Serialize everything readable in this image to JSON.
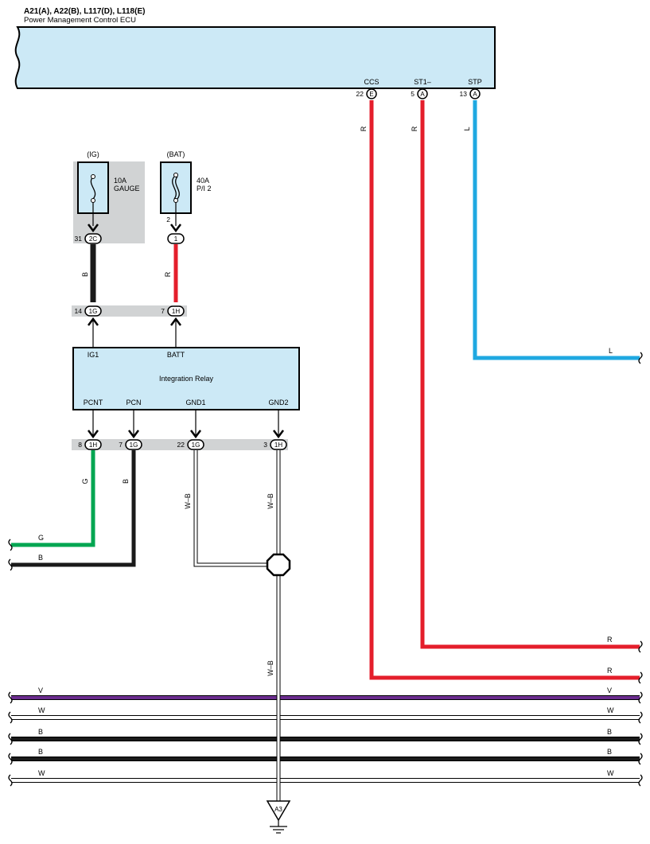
{
  "header": {
    "title": "A21(A), A22(B), L117(D), L118(E)",
    "subtitle": "Power Management Control ECU"
  },
  "ecu_pins": [
    {
      "name": "CCS",
      "num": "22",
      "conn": "E"
    },
    {
      "name": "ST1–",
      "num": "5",
      "conn": "A"
    },
    {
      "name": "STP",
      "num": "13",
      "conn": "A"
    }
  ],
  "fuses": [
    {
      "source": "(IG)",
      "label1": "10A",
      "label2": "GAUGE",
      "pin_num": "31",
      "pin_conn": "2C"
    },
    {
      "source": "(BAT)",
      "label1": "40A",
      "label2": "P/I 2",
      "pin_num": "2",
      "pin_conn": "1"
    }
  ],
  "relay": {
    "title": "Integration Relay",
    "top_pins": [
      {
        "name": "IG1",
        "num": "14",
        "conn": "1G"
      },
      {
        "name": "BATT",
        "num": "7",
        "conn": "1H"
      }
    ],
    "bottom_pins": [
      {
        "name": "PCNT",
        "num": "8",
        "conn": "1H"
      },
      {
        "name": "PCN",
        "num": "7",
        "conn": "1G"
      },
      {
        "name": "GND1",
        "num": "22",
        "conn": "1G"
      },
      {
        "name": "GND2",
        "num": "3",
        "conn": "1H"
      }
    ]
  },
  "wire_colors": {
    "ccs": "R",
    "st1": "R",
    "stp": "L",
    "fuse_ig": "B",
    "fuse_bat": "R",
    "pcnt": "G",
    "pcn": "B",
    "gnd1": "W–B",
    "gnd2": "W–B",
    "ground_trunk": "W–B"
  },
  "exit_labels": {
    "stp": "L",
    "st1": "R",
    "ccs": "R",
    "pcnt": "G",
    "pcn": "B"
  },
  "bus_lines": [
    {
      "label": "V",
      "color": "#6b2d8f"
    },
    {
      "label": "W",
      "color": "#ffffff"
    },
    {
      "label": "B",
      "color": "#1a1a1a"
    },
    {
      "label": "B",
      "color": "#1a1a1a"
    },
    {
      "label": "W",
      "color": "#ffffff"
    }
  ],
  "ground": {
    "label": "A3"
  },
  "colors": {
    "ecu_fill": "#cce9f6",
    "red": "#e41e2b",
    "blue": "#1fa8e1",
    "green": "#00a651",
    "black": "#1a1a1a",
    "purple": "#6b2d8f",
    "connector_band": "#d1d3d4"
  }
}
